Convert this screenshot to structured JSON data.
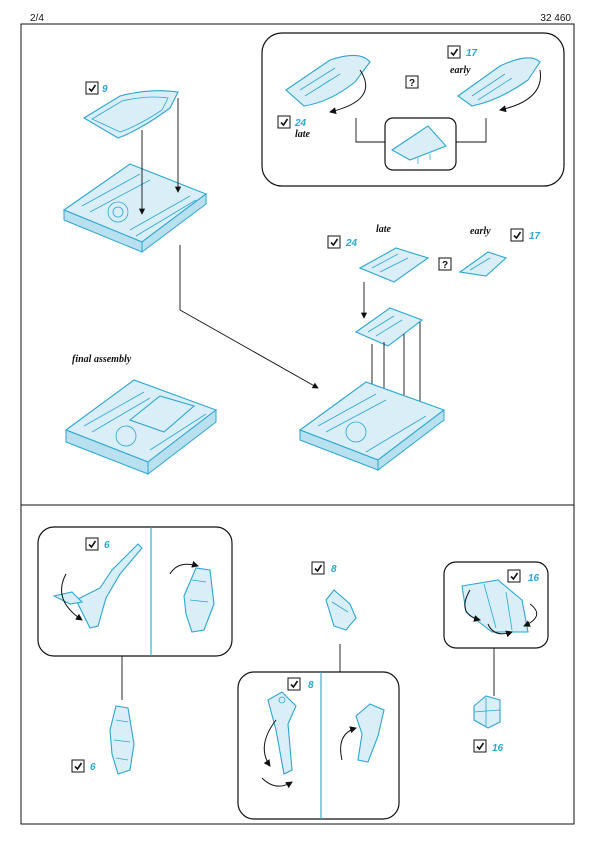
{
  "header": {
    "page": "2/4",
    "code": "32 460"
  },
  "steps": {
    "part_9": "9",
    "part_24_top": "24",
    "part_17_top": "17",
    "late_top": "late",
    "early_top": "early",
    "late_mid": "late",
    "early_mid": "early",
    "part_24_mid": "24",
    "part_17_mid": "17",
    "question_top": "?",
    "question_mid": "?",
    "final_assembly": "final assembly",
    "part_6_top": "6",
    "part_6_bottom": "6",
    "part_8_top": "8",
    "part_8_box": "8",
    "part_16_box": "16",
    "part_16_bottom": "16"
  },
  "colors": {
    "accent": "#2aa6cf",
    "ink": "#111111"
  }
}
